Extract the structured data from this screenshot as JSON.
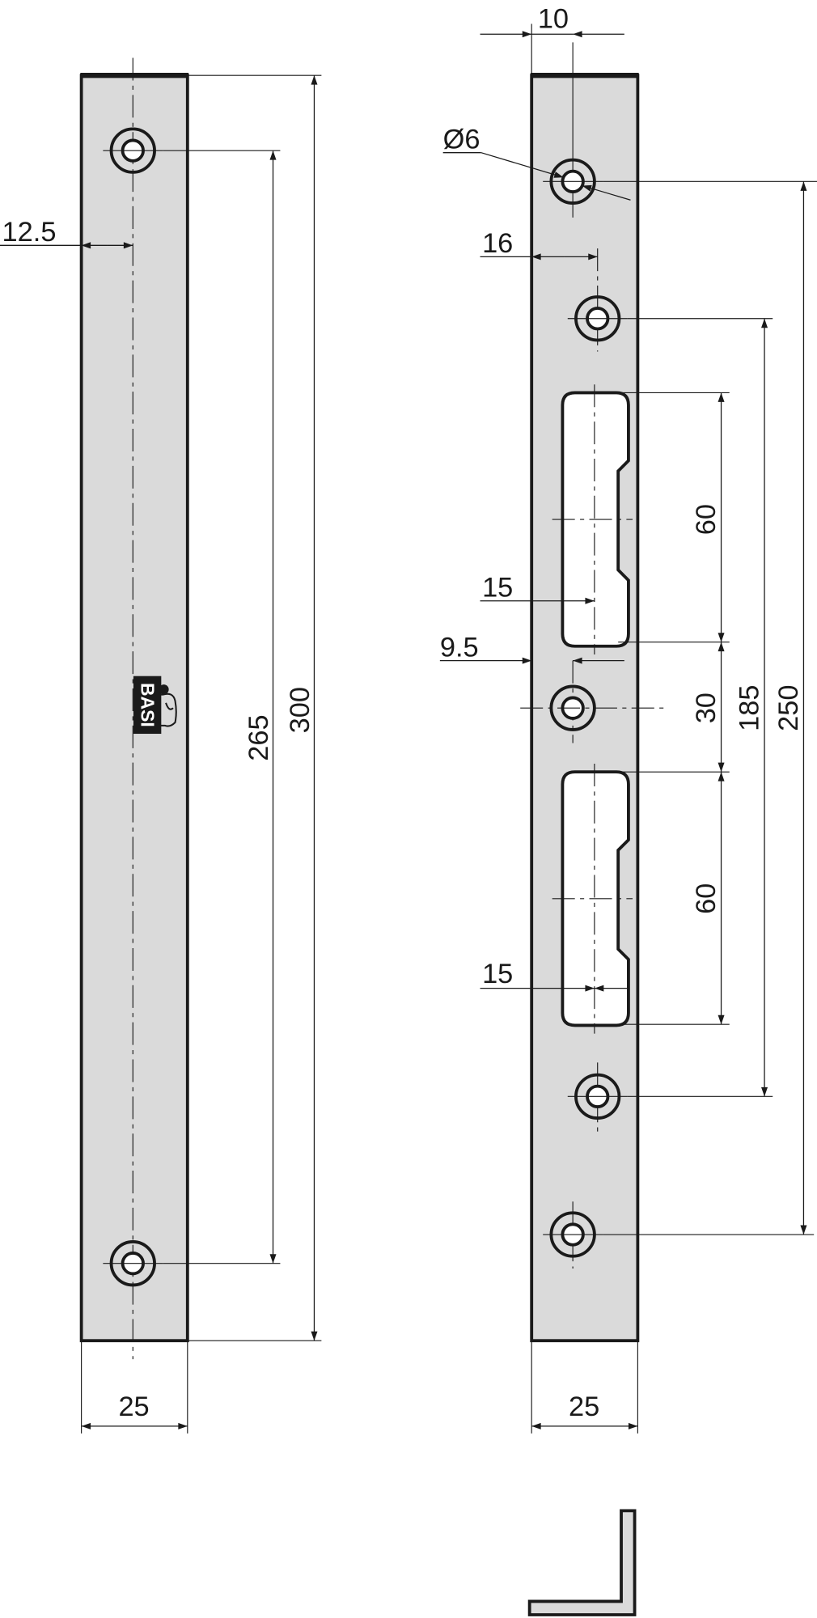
{
  "drawing": {
    "colors": {
      "part_fill": "#dadada",
      "line": "#1a1a1a",
      "background": "#ffffff"
    },
    "left_view": {
      "dimensions": {
        "hole_offset": "12.5",
        "hole_spacing": "265",
        "length": "300",
        "width": "25"
      },
      "logo": {
        "text": "BASI",
        "icon": "elephant-logo-icon"
      }
    },
    "right_view": {
      "dimensions": {
        "top_hole_offset": "10",
        "hole_diameter": "Ø6",
        "side_hole_offset": "16",
        "slot_upper_width": "15",
        "center_hole_offset": "9.5",
        "slot_lower_width": "15",
        "slot_upper_length": "60",
        "slot_gap": "30",
        "slot_lower_length": "60",
        "inner_hole_spacing": "185",
        "outer_hole_spacing": "250",
        "width": "25"
      }
    },
    "profile_view": {
      "shape": "angle-profile"
    }
  }
}
